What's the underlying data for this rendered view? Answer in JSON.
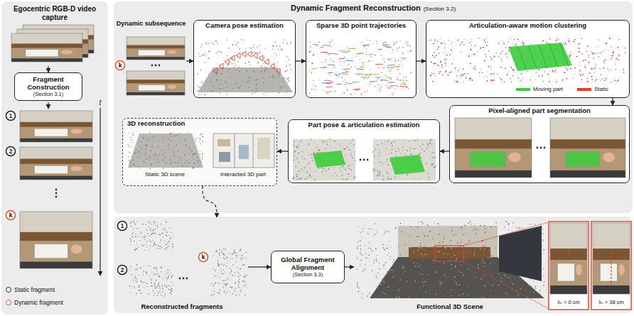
{
  "diagram": {
    "nodes": [
      {
        "text": [
          "Egocentric RGB-D video capture"
        ]
      },
      {
        "text": [
          "Fragment Construction",
          "(Section 3.1)"
        ]
      },
      {
        "text": [
          "Dynamic Fragment Reconstruction",
          "(Section 3.2)"
        ]
      },
      {
        "text": [
          "Dynamic subsequence"
        ],
        "in": 2
      },
      {
        "text": [
          "Camera pose estimation"
        ],
        "in": 2
      },
      {
        "text": [
          "Sparse 3D point trajectories"
        ],
        "in": 2
      },
      {
        "text": [
          "Articulation-aware motion clustering"
        ],
        "in": 2
      },
      {
        "text": [
          "Pixel-aligned part segmentation"
        ],
        "in": 2
      },
      {
        "text": [
          "Part pose & articulation estimation"
        ],
        "in": 2
      },
      {
        "text": [
          "3D reconstruction"
        ],
        "in": 2
      },
      {
        "text": [
          "Reconstructed fragments"
        ]
      },
      {
        "text": [
          "Global Fragment Alignment",
          "(Section 3.3)"
        ]
      },
      {
        "text": [
          "Functional 3D Scene"
        ]
      }
    ],
    "edges": [
      {
        "from": 0,
        "to": 1,
        "arrow": "to"
      },
      {
        "from": 3,
        "to": 4,
        "arrow": "to"
      },
      {
        "from": 4,
        "to": 5,
        "arrow": "to"
      },
      {
        "from": 5,
        "to": 6,
        "arrow": "to"
      },
      {
        "from": 6,
        "to": 7,
        "arrow": "to"
      },
      {
        "from": 7,
        "to": 8,
        "arrow": "to"
      },
      {
        "from": 8,
        "to": 9,
        "arrow": "to"
      },
      {
        "from": 9,
        "to": 10,
        "arrow": "to"
      },
      {
        "from": 10,
        "to": 11,
        "arrow": "to"
      },
      {
        "from": 11,
        "to": 12,
        "arrow": "to"
      }
    ],
    "labels": [
      "1",
      "2",
      "k",
      "t",
      "k",
      "Static 3D scene",
      "Interacted 3D part",
      "1",
      "2",
      "k",
      "λₛ = 0 cm",
      "λₛ = 38 cm"
    ],
    "legend": [
      {
        "text": "Static fragment"
      },
      {
        "text": "Dynamic fragment"
      },
      {
        "text": "Moving part",
        "color": "#3ccc3c"
      },
      {
        "text": "Static",
        "color": "#e0402a"
      }
    ]
  }
}
